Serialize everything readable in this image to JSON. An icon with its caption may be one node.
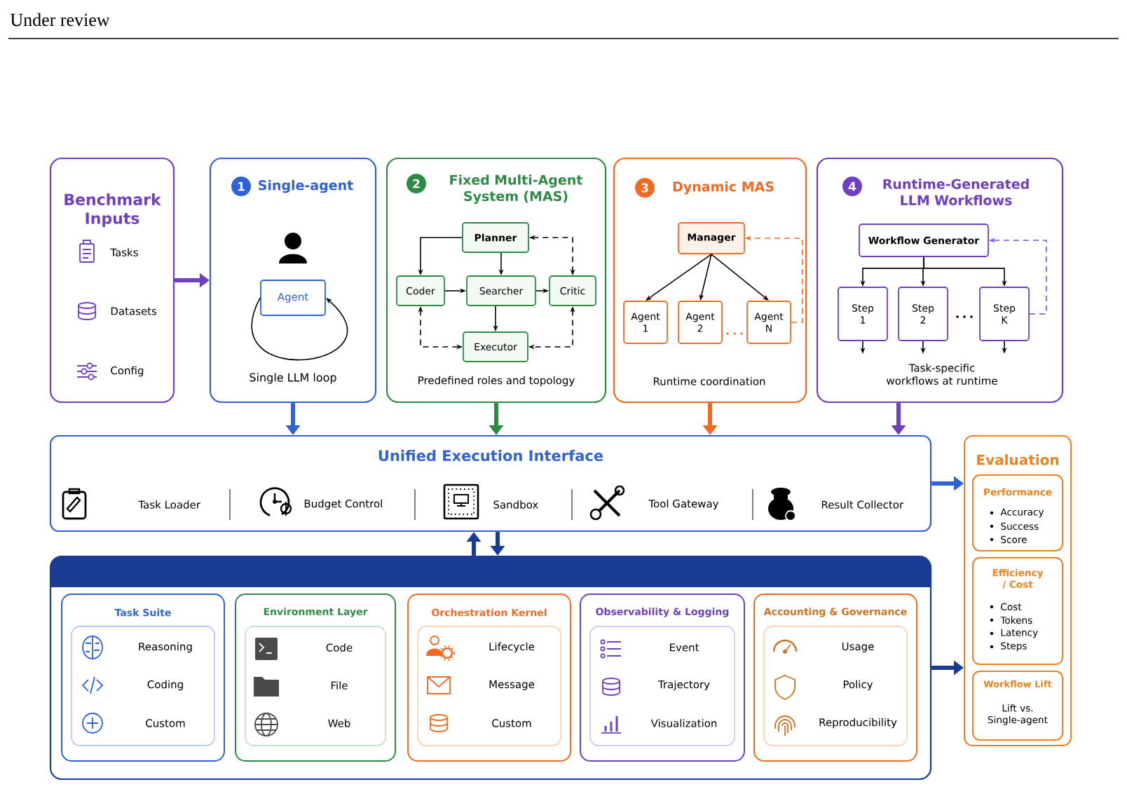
{
  "diagram": {
    "nodes": [
      {
        "text": [
          "Benchmark Inputs",
          "Tasks",
          "Datasets",
          "Config"
        ]
      },
      {
        "text": [
          "Single-agent",
          "Single LLM loop"
        ]
      },
      {
        "text": [
          "1"
        ],
        "in": 1
      },
      {
        "text": [
          "Agent"
        ],
        "in": 1
      },
      {
        "text": [
          "Fixed Multi-Agent System (MAS)",
          "Predefined roles and topology"
        ]
      },
      {
        "text": [
          "2"
        ],
        "in": 4
      },
      {
        "text": [
          "Planner"
        ],
        "in": 4
      },
      {
        "text": [
          "Coder"
        ],
        "in": 4
      },
      {
        "text": [
          "Searcher"
        ],
        "in": 4
      },
      {
        "text": [
          "Critic"
        ],
        "in": 4
      },
      {
        "text": [
          "Executor"
        ],
        "in": 4
      },
      {
        "text": [
          "Dynamic MAS",
          "Runtime coordination"
        ]
      },
      {
        "text": [
          "3"
        ],
        "in": 11
      },
      {
        "text": [
          "Manager"
        ],
        "in": 11
      },
      {
        "text": [
          "Agent 1"
        ],
        "in": 11
      },
      {
        "text": [
          "Agent 2"
        ],
        "in": 11
      },
      {
        "text": [
          "Agent N"
        ],
        "in": 11
      },
      {
        "text": [
          "Runtime-Generated LLM Workflows",
          "Task-specific workflows at runtime"
        ]
      },
      {
        "text": [
          "4"
        ],
        "in": 17
      },
      {
        "text": [
          "Workflow Generator"
        ],
        "in": 17
      },
      {
        "text": [
          "Step 1"
        ],
        "in": 17
      },
      {
        "text": [
          "Step 2"
        ],
        "in": 17
      },
      {
        "text": [
          "Step K"
        ],
        "in": 17
      },
      {
        "text": [
          "Unified Execution Interface",
          "Task Loader",
          "Budget Control",
          "Sandbox",
          "Tool Gateway",
          "Result Collector"
        ]
      },
      {
        "text": [],
        "shape": "box"
      },
      {
        "text": [
          "Task Suite"
        ],
        "in": 24
      },
      {
        "text": [
          "Reasoning",
          "Coding",
          "Custom"
        ],
        "in": 25
      },
      {
        "text": [
          "Environment Layer"
        ],
        "in": 24
      },
      {
        "text": [
          "Code",
          "File",
          "Web"
        ],
        "in": 27
      },
      {
        "text": [
          "Orchestration Kernel"
        ],
        "in": 24
      },
      {
        "text": [
          "Lifecycle",
          "Message",
          "Custom"
        ],
        "in": 29
      },
      {
        "text": [
          "Observability & Logging"
        ],
        "in": 24
      },
      {
        "text": [
          "Event",
          "Trajectory",
          "Visualization"
        ],
        "in": 31
      },
      {
        "text": [
          "Accounting & Governance"
        ],
        "in": 24
      },
      {
        "text": [
          "Usage",
          "Policy",
          "Reproducibility"
        ],
        "in": 33
      },
      {
        "text": [
          "Evaluation"
        ]
      },
      {
        "text": [
          "Performance",
          "Accuracy",
          "Success",
          "Score"
        ],
        "in": 35
      },
      {
        "text": [
          "Efficiency / Cost",
          "Cost",
          "Tokens",
          "Latency",
          "Steps"
        ],
        "in": 35
      },
      {
        "text": [
          "Workflow Lift",
          "Lift vs. Single-agent"
        ],
        "in": 35
      }
    ],
    "edges": [
      {
        "from": 0,
        "to": 1,
        "arrow": "to",
        "style": "thick",
        "color": "#6f3fc1"
      },
      {
        "from": 3,
        "to": 3,
        "arrow": "to"
      },
      {
        "from": 6,
        "to": 7,
        "arrow": "to"
      },
      {
        "from": 6,
        "to": 8,
        "arrow": "to"
      },
      {
        "from": 7,
        "to": 8,
        "arrow": "to"
      },
      {
        "from": 8,
        "to": 9,
        "arrow": "to"
      },
      {
        "from": 8,
        "to": 10,
        "arrow": "to"
      },
      {
        "from": 7,
        "to": 10,
        "arrow": "both",
        "style": "dashed"
      },
      {
        "from": 9,
        "to": 10,
        "arrow": "both",
        "style": "dashed"
      },
      {
        "from": 6,
        "to": 9,
        "arrow": "both",
        "style": "dashed"
      },
      {
        "from": 13,
        "to": 14,
        "arrow": "to"
      },
      {
        "from": 13,
        "to": 15,
        "arrow": "to"
      },
      {
        "from": 13,
        "to": 16,
        "arrow": "to"
      },
      {
        "from": 16,
        "to": 13,
        "arrow": "to",
        "style": "dashed",
        "color": "#f26a21"
      },
      {
        "from": 19,
        "to": 20,
        "arrow": "to"
      },
      {
        "from": 19,
        "to": 21,
        "arrow": "to"
      },
      {
        "from": 19,
        "to": 22,
        "arrow": "to"
      },
      {
        "from": 22,
        "to": 19,
        "arrow": "to",
        "style": "dashed",
        "color": "#7a4fd0"
      },
      {
        "from": 20,
        "to": null,
        "arrow": "to"
      },
      {
        "from": 21,
        "to": null,
        "arrow": "to"
      },
      {
        "from": 22,
        "to": null,
        "arrow": "to"
      },
      {
        "from": 1,
        "to": 23,
        "arrow": "to",
        "style": "thick",
        "color": "#2f62d6"
      },
      {
        "from": 4,
        "to": 23,
        "arrow": "to",
        "style": "thick",
        "color": "#2e8b45"
      },
      {
        "from": 11,
        "to": 23,
        "arrow": "to",
        "style": "thick",
        "color": "#f26a21"
      },
      {
        "from": 17,
        "to": 23,
        "arrow": "to",
        "style": "thick",
        "color": "#6f3fc1"
      },
      {
        "from": 24,
        "to": 23,
        "arrow": "to",
        "style": "thick",
        "color": "#1a3c96"
      },
      {
        "from": 23,
        "to": 24,
        "arrow": "to",
        "style": "thick",
        "color": "#1a3c96"
      },
      {
        "from": 23,
        "to": 35,
        "arrow": "to",
        "style": "thick",
        "color": "#2f62d6"
      },
      {
        "from": 24,
        "to": 35,
        "arrow": "to",
        "style": "thick",
        "color": "#1a3c96"
      }
    ],
    "labels": [
      "Under review"
    ]
  }
}
